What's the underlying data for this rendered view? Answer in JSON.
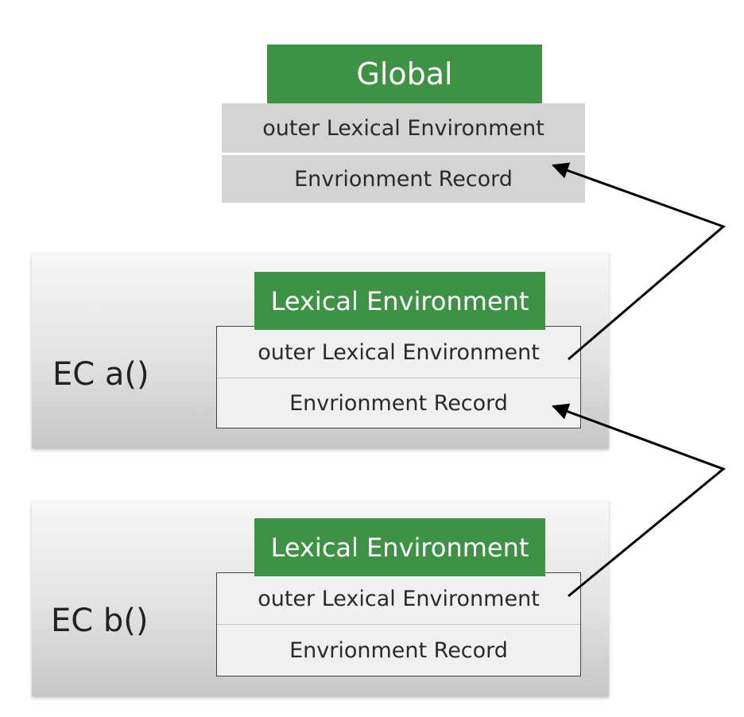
{
  "global": {
    "title": "Global",
    "outer_label": "outer Lexical Environment",
    "record_label": "Envrionment Record"
  },
  "contexts": [
    {
      "label": "EC a()",
      "env_title": "Lexical Environment",
      "outer_label": "outer Lexical Environment",
      "record_label": "Envrionment Record"
    },
    {
      "label": "EC b()",
      "env_title": "Lexical Environment",
      "outer_label": "outer Lexical Environment",
      "record_label": "Envrionment Record"
    }
  ],
  "colors": {
    "header_green": "#3e9243",
    "global_row": "#d4d4d5",
    "arrow": "#000000"
  }
}
